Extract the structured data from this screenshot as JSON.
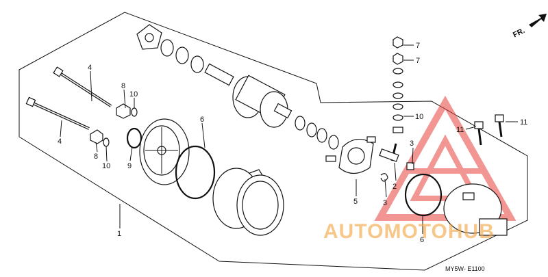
{
  "diagram": {
    "fr_label": "FR.",
    "code": "MY5W- E1100",
    "watermark": "AUTOMOTOHUB",
    "callouts": {
      "c1": "1",
      "c2": "2",
      "c3a": "3",
      "c3b": "3",
      "c4a": "4",
      "c4b": "4",
      "c5": "5",
      "c6a": "6",
      "c6b": "6",
      "c7a": "7",
      "c7b": "7",
      "c8a": "8",
      "c8b": "8",
      "c9": "9",
      "c10a": "10",
      "c10b": "10",
      "c10c": "10",
      "c11a": "11",
      "c11b": "11"
    }
  },
  "colors": {
    "line": "#111111",
    "watermark_red": "#e8423b",
    "watermark_orange": "#f2a13a"
  }
}
